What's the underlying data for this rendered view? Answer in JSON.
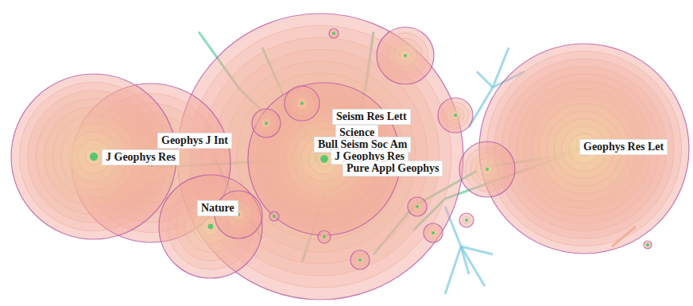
{
  "diagram": {
    "labels": [
      "Seism Res Lett",
      "Science",
      "Bull Seism Soc Am",
      "J Geophys Res",
      "Pure Appl Geophys",
      "Geophys J Int",
      "J Geophys Res",
      "Nature",
      "Geophys Res Let"
    ]
  }
}
